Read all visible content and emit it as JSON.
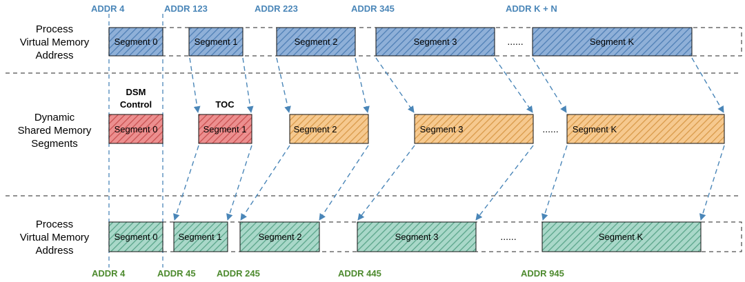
{
  "colors": {
    "blue_fill": "#8fb0d8",
    "blue_hatch": "#4f7fb5",
    "red_fill": "#ec8f8f",
    "red_hatch": "#c95050",
    "orange_fill": "#f6c98f",
    "orange_hatch": "#d99a4a",
    "green_fill": "#a9d8c9",
    "green_hatch": "#5aa58a",
    "arrow": "#4a86b8",
    "top_addr": "#4a86b8",
    "bottom_addr": "#4d8a2e"
  },
  "rows": [
    {
      "id": "top",
      "label_lines": [
        "Process",
        "Virtual Memory",
        "Address"
      ],
      "color": "blue",
      "segments": [
        {
          "label": "Segment 0"
        },
        {
          "label": "Segment 1"
        },
        {
          "label": "Segment 2"
        },
        {
          "label": "Segment 3"
        },
        {
          "label": "Segment K"
        }
      ],
      "ellipsis": "......"
    },
    {
      "id": "middle",
      "label_lines": [
        "Dynamic",
        "Shared Memory",
        "Segments"
      ],
      "segments": [
        {
          "label": "Segment 0",
          "color": "red"
        },
        {
          "label": "Segment 1",
          "color": "red"
        },
        {
          "label": "Segment 2",
          "color": "orange"
        },
        {
          "label": "Segment 3",
          "color": "orange"
        },
        {
          "label": "Segment K",
          "color": "orange"
        }
      ],
      "ellipsis": "......"
    },
    {
      "id": "bottom",
      "label_lines": [
        "Process",
        "Virtual Memory",
        "Address"
      ],
      "color": "green",
      "segments": [
        {
          "label": "Segment 0"
        },
        {
          "label": "Segment 1"
        },
        {
          "label": "Segment 2"
        },
        {
          "label": "Segment 3"
        },
        {
          "label": "Segment K"
        }
      ],
      "ellipsis": "......"
    }
  ],
  "annotations": {
    "dsm_control": [
      "DSM",
      "Control"
    ],
    "toc": "TOC"
  },
  "top_addresses": [
    "ADDR 4",
    "ADDR 123",
    "ADDR 223",
    "ADDR 345",
    "ADDR K + N"
  ],
  "bottom_addresses": [
    "ADDR 4",
    "ADDR 45",
    "ADDR 245",
    "ADDR 445",
    "ADDR 945"
  ]
}
